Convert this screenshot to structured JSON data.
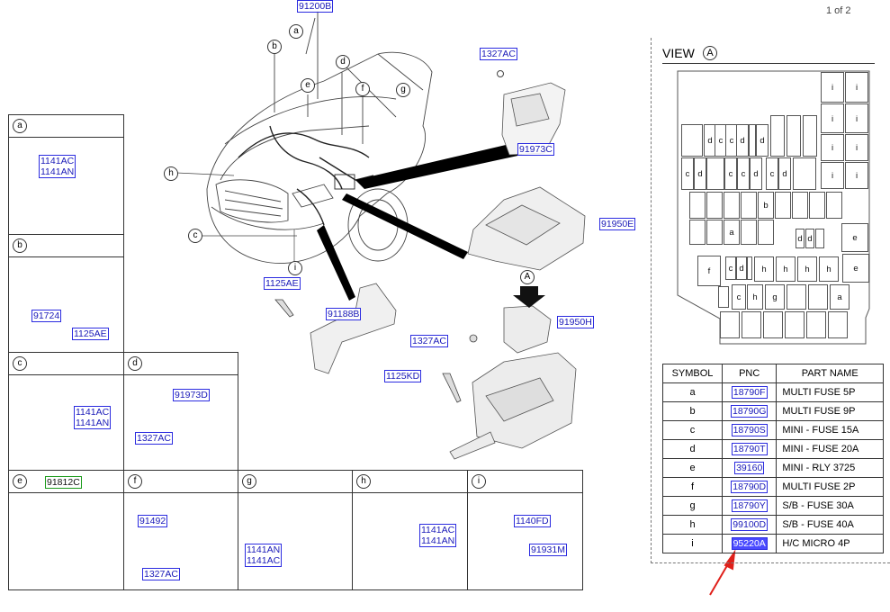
{
  "page_counter": "1 of 2",
  "main_pncs": {
    "p91200b": "91200B",
    "p1327ac_top": "1327AC",
    "p91973c": "91973C",
    "p91950e": "91950E",
    "p91950h": "91950H",
    "p1327ac_mid": "1327AC",
    "p1125kd": "1125KD",
    "p1125ae": "1125AE",
    "p91188b": "91188B"
  },
  "main_letters": [
    "a",
    "b",
    "c",
    "d",
    "e",
    "f",
    "g",
    "h",
    "i"
  ],
  "view_a_marker": "A",
  "details": {
    "a": {
      "letter": "a",
      "pncs": [
        "1141AC",
        "1141AN"
      ]
    },
    "b": {
      "letter": "b",
      "pncs": [
        "91724",
        "1125AE"
      ]
    },
    "c": {
      "letter": "c",
      "pncs": [
        "1141AC",
        "1141AN"
      ]
    },
    "d": {
      "letter": "d",
      "pncs": [
        "91973D",
        "1327AC"
      ]
    },
    "e": {
      "letter": "e",
      "header_pnc": "91812C"
    },
    "f": {
      "letter": "f",
      "pncs": [
        "91492",
        "1327AC"
      ]
    },
    "g": {
      "letter": "g",
      "pncs": [
        "1141AN",
        "1141AC"
      ]
    },
    "h": {
      "letter": "h",
      "pncs": [
        "1141AC",
        "1141AN"
      ]
    },
    "i": {
      "letter": "i",
      "pncs": [
        "1140FD",
        "91931M"
      ]
    }
  },
  "view": {
    "label": "VIEW",
    "marker": "A",
    "slot_labels": {
      "right_column": [
        "i",
        "i",
        "i",
        "i",
        "i",
        "i",
        "i",
        "i"
      ],
      "row1": [
        "d",
        "c",
        "c",
        "d",
        "d"
      ],
      "row2": [
        "c",
        "d",
        "c",
        "c",
        "d",
        "c",
        "d"
      ],
      "row3_b": "b",
      "row4_a": "a",
      "row4_dd": [
        "d",
        "d"
      ],
      "row4_e": "e",
      "row5": [
        "f",
        "c",
        "d",
        "h",
        "h",
        "h",
        "h",
        "e"
      ],
      "row6": [
        "c",
        "h",
        "g",
        "a"
      ]
    }
  },
  "table": {
    "headers": [
      "SYMBOL",
      "PNC",
      "PART NAME"
    ],
    "rows": [
      {
        "symbol": "a",
        "pnc": "18790F",
        "name": "MULTI FUSE 5P"
      },
      {
        "symbol": "b",
        "pnc": "18790G",
        "name": "MULTI FUSE 9P"
      },
      {
        "symbol": "c",
        "pnc": "18790S",
        "name": "MINI - FUSE 15A"
      },
      {
        "symbol": "d",
        "pnc": "18790T",
        "name": "MINI - FUSE 20A"
      },
      {
        "symbol": "e",
        "pnc": "39160",
        "name": "MINI - RLY 3725"
      },
      {
        "symbol": "f",
        "pnc": "18790D",
        "name": "MULTI FUSE 2P"
      },
      {
        "symbol": "g",
        "pnc": "18790Y",
        "name": "S/B - FUSE 30A"
      },
      {
        "symbol": "h",
        "pnc": "99100D",
        "name": "S/B - FUSE 40A"
      },
      {
        "symbol": "i",
        "pnc": "95220A",
        "name": "H/C MICRO 4P"
      }
    ],
    "highlight_row": 8
  },
  "colors": {
    "pnc_border": "#2b2be0",
    "pnc_text": "#1a1ab8",
    "highlight_fill": "#4a4aff",
    "arrow": "#e0201a"
  }
}
